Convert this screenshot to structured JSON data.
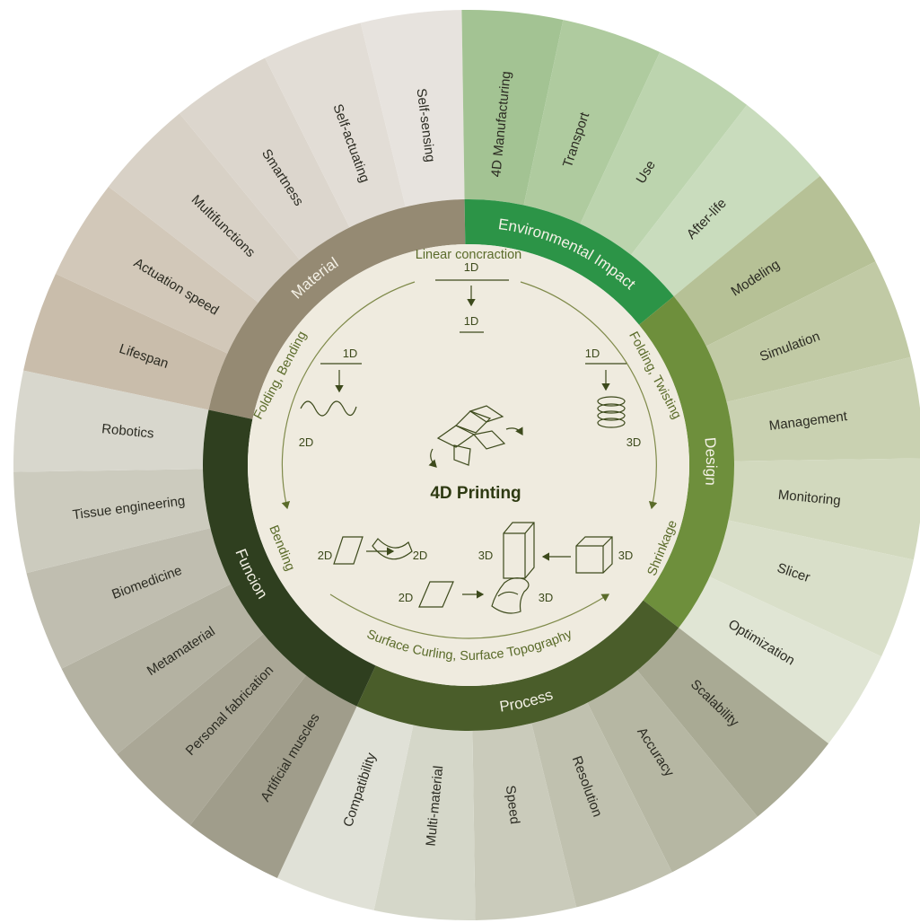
{
  "title": "4D Printing",
  "categories": [
    {
      "id": "material",
      "label": "Material",
      "color": "#958a73",
      "segments": [
        {
          "label": "Lifespan",
          "color": "#c9bdab"
        },
        {
          "label": "Actuation speed",
          "color": "#d2c8b9"
        },
        {
          "label": "Multifunctions",
          "color": "#d8d1c6"
        },
        {
          "label": "Smartness",
          "color": "#dcd6cd"
        },
        {
          "label": "Self-actuating",
          "color": "#e2ddd6"
        },
        {
          "label": "Self-sensing",
          "color": "#e7e3de"
        }
      ]
    },
    {
      "id": "environmental",
      "label": "Environmental Impact",
      "color": "#2c9447",
      "segments": [
        {
          "label": "4D Manufacturing",
          "color": "#a3c393"
        },
        {
          "label": "Transport",
          "color": "#afcb9f"
        },
        {
          "label": "Use",
          "color": "#bcd4ae"
        },
        {
          "label": "After-life",
          "color": "#c9dcbd"
        }
      ]
    },
    {
      "id": "design",
      "label": "Design",
      "color": "#6e8f3c",
      "segments": [
        {
          "label": "Modeling",
          "color": "#b6c196"
        },
        {
          "label": "Simulation",
          "color": "#c1caa5"
        },
        {
          "label": "Management",
          "color": "#c9d1b1"
        },
        {
          "label": "Monitoring",
          "color": "#d2d9be"
        },
        {
          "label": "Slicer",
          "color": "#d9dfc9"
        },
        {
          "label": "Optimization",
          "color": "#e0e5d4"
        }
      ]
    },
    {
      "id": "process",
      "label": "Process",
      "color": "#4a5d2a",
      "segments": [
        {
          "label": "Scalability",
          "color": "#a9aa94"
        },
        {
          "label": "Accuracy",
          "color": "#b6b7a3"
        },
        {
          "label": "Resolution",
          "color": "#c0c1af"
        },
        {
          "label": "Speed",
          "color": "#cacbbb"
        },
        {
          "label": "Multi-material",
          "color": "#d5d7c9"
        },
        {
          "label": "Compatibility",
          "color": "#e0e1d7"
        }
      ]
    },
    {
      "id": "function",
      "label": "Funcion",
      "color": "#2f3f1f",
      "segments": [
        {
          "label": "Artificial muscles",
          "color": "#a09d8b"
        },
        {
          "label": "Personal fabrication",
          "color": "#aaa796"
        },
        {
          "label": "Metamaterial",
          "color": "#b4b2a2"
        },
        {
          "label": "Biomedicine",
          "color": "#c0beb0"
        },
        {
          "label": "Tissue engineering",
          "color": "#cccbbe"
        },
        {
          "label": "Robotics",
          "color": "#d8d7cd"
        }
      ]
    }
  ],
  "core": {
    "linear": "Linear concraction",
    "folding_bending": "Folding, Bending",
    "folding_twisting": "Folding, Twisting",
    "bending": "Bending",
    "shrinkage": "Shrinkage",
    "surface": "Surface Curling, Surface Topography",
    "d1": "1D",
    "d2": "2D",
    "d3": "3D"
  },
  "colors": {
    "core_bg": "#efebdf",
    "core_text": "#5a6b2a",
    "core_line": "#3d4a1c"
  }
}
